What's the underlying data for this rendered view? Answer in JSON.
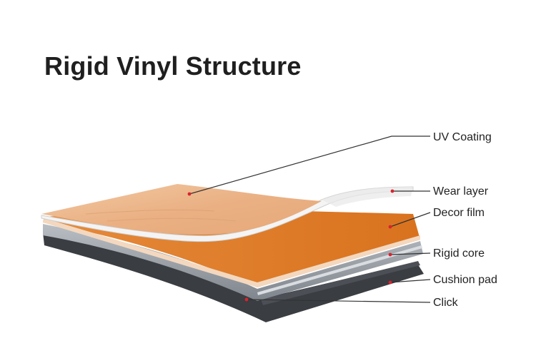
{
  "title": "Rigid Vinyl Structure",
  "labels": {
    "uv_coating": "UV Coating",
    "wear_layer": "Wear layer",
    "decor_film": "Decor film",
    "rigid_core": "Rigid core",
    "cushion_pad": "Cushion pad",
    "click": "Click"
  },
  "colors": {
    "marker_dot": "#d9232e",
    "leader_line": "#333333",
    "wood": "#e9a46a",
    "decor": "#e07b25",
    "wear": "#f2f2f2",
    "rigid_core": "#8a9098",
    "cushion": "#3a3d41"
  }
}
